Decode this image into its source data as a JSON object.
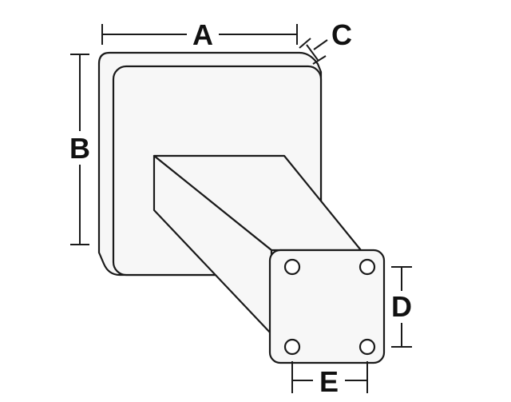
{
  "colors": {
    "stroke": "#1a1a1a",
    "part_fill": "#f7f7f7",
    "background": "#ffffff"
  },
  "dimension_labels": {
    "a": "A",
    "b": "B",
    "c": "C",
    "d": "D",
    "e": "E"
  }
}
